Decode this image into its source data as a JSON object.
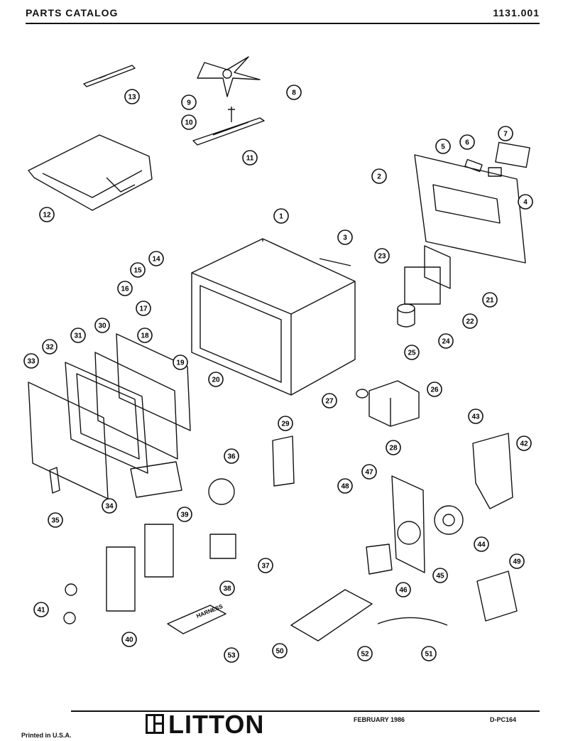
{
  "header": {
    "title": "PARTS CATALOG",
    "number": "1131.001"
  },
  "footer": {
    "printed": "Printed in U.S.A.",
    "brand": "LITTON",
    "date": "FEBRUARY 1986",
    "code": "D-PC164"
  },
  "callouts": [
    "1",
    "2",
    "3",
    "4",
    "5",
    "6",
    "7",
    "8",
    "9",
    "10",
    "11",
    "12",
    "13",
    "14",
    "15",
    "16",
    "17",
    "18",
    "19",
    "20",
    "21",
    "22",
    "23",
    "24",
    "25",
    "26",
    "27",
    "28",
    "29",
    "30",
    "31",
    "32",
    "33",
    "34",
    "35",
    "36",
    "37",
    "38",
    "39",
    "40",
    "41",
    "42",
    "43",
    "44",
    "45",
    "46",
    "47",
    "48",
    "49",
    "50",
    "51",
    "52",
    "53"
  ],
  "parts_label": "HARNESS",
  "colors": {
    "ink": "#111111",
    "paper": "#ffffff"
  }
}
